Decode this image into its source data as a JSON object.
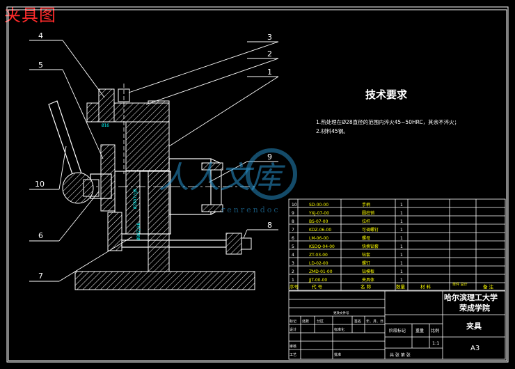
{
  "header": {
    "title": "夹具图"
  },
  "balloons": [
    {
      "n": "1"
    },
    {
      "n": "2"
    },
    {
      "n": "3"
    },
    {
      "n": "4"
    },
    {
      "n": "5"
    },
    {
      "n": "6"
    },
    {
      "n": "7"
    },
    {
      "n": "8"
    },
    {
      "n": "9"
    },
    {
      "n": "10"
    }
  ],
  "tech": {
    "heading": "技术要求",
    "notes": [
      "1.热处理在Ø28直径的范围内淬火45~50HRC，其余不淬火；",
      "2.材料45钢。"
    ]
  },
  "dims": {
    "d1": "Ø16",
    "d2": "Ø28h7/g6",
    "d3": "Ø8H7/k6"
  },
  "watermark": {
    "brand": "人人文库",
    "url": "renrendoc"
  },
  "bom": {
    "rows": [
      {
        "no": "10",
        "code": "SD-00-00",
        "name": "手柄",
        "qty": "1"
      },
      {
        "no": "9",
        "code": "YXJ-07-00",
        "name": "圆柱销",
        "qty": "1"
      },
      {
        "no": "8",
        "code": "BS-07-00",
        "name": "拉杆",
        "qty": "1"
      },
      {
        "no": "7",
        "code": "KDZ-06-00",
        "name": "可调螺钉",
        "qty": "1"
      },
      {
        "no": "6",
        "code": "LM-06-00",
        "name": "螺母",
        "qty": "1"
      },
      {
        "no": "5",
        "code": "KSDQ-04-00",
        "name": "快换钻套",
        "qty": "1"
      },
      {
        "no": "4",
        "code": "ZT-03-00",
        "name": "钻套",
        "qty": "1"
      },
      {
        "no": "3",
        "code": "LD-02-00",
        "name": "螺钉",
        "qty": "1"
      },
      {
        "no": "2",
        "code": "ZMD-01-00",
        "name": "钻模板",
        "qty": "1"
      },
      {
        "no": "1",
        "code": "JJT-00-00",
        "name": "夹具体",
        "qty": "1"
      }
    ],
    "header": {
      "no": "序号",
      "code": "代  号",
      "name": "名  称",
      "qty": "数量",
      "material": "材  料",
      "weight": "单件 总计",
      "remark": "备  注"
    }
  },
  "titleblock": {
    "university_line1": "哈尔滨理工大学",
    "university_line2": "荣成学院",
    "drawing_name": "夹具",
    "sheet_size": "A3",
    "scale": "1:1",
    "stage_label": "阶段标记",
    "weight_label": "重量",
    "scale_label": "比例",
    "row_labels": [
      "标记",
      "处数",
      "分区",
      "更改文件号",
      "签名",
      "年、月、日"
    ],
    "design_label": "设计",
    "std_label": "标准化",
    "review_label": "审核",
    "process_label": "工艺",
    "approve_label": "批准",
    "sheet_label": "共  张  第  张"
  },
  "colors": {
    "line": "#ffffff",
    "label": "#ffff00",
    "dim": "#00ffff",
    "title_red": "#ff2a2a"
  }
}
